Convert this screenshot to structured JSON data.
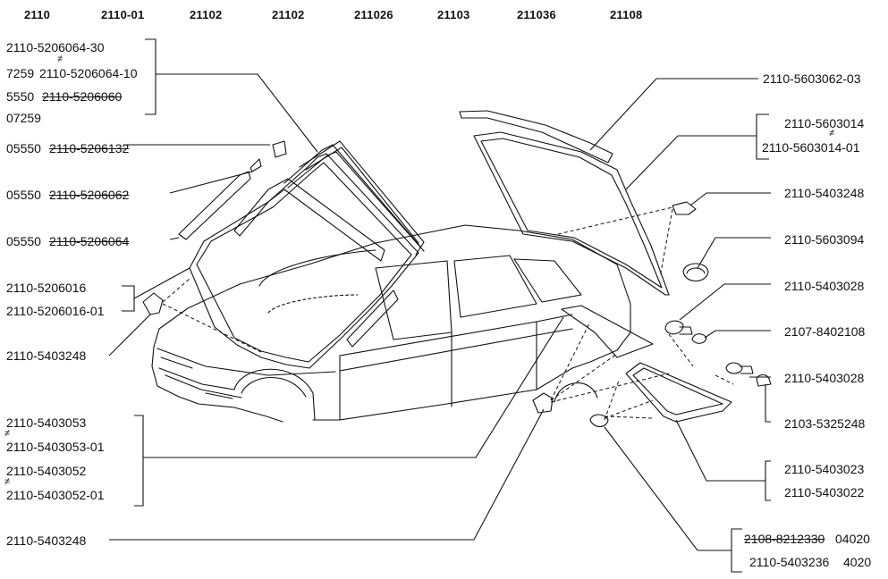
{
  "header": {
    "models": [
      "2110",
      "2110-01",
      "21102",
      "21102",
      "211026",
      "21103",
      "211036",
      "21108"
    ]
  },
  "labels": {
    "left": {
      "windshield_block": [
        "2110-5206064-30",
        "7259",
        "2110-5206064-10",
        "5550",
        "2110-5206060",
        "07259"
      ],
      "moulding_1_prefix": "05550",
      "moulding_1": "2110-5206132",
      "moulding_2_prefix": "05550",
      "moulding_2": "2110-5206062",
      "moulding_3_prefix": "05550",
      "moulding_3": "2110-5206064",
      "glass_1": "2110-5206016",
      "glass_2": "2110-5206016-01",
      "clip": "2110-5403248",
      "side_1": "2110-5403053",
      "side_2": "2110-5403053-01",
      "side_3": "2110-5403052",
      "side_4": "2110-5403052-01",
      "bottom": "2110-5403248"
    },
    "right": {
      "rear_seal": "2110-5603062-03",
      "rear_glass_1": "2110-5603014",
      "rear_glass_2": "2110-5603014-01",
      "clip_1": "2110-5403248",
      "cap": "2110-5603094",
      "button_1": "2110-5403028",
      "screw": "2107-8402108",
      "button_2": "2110-5403028",
      "bolt": "2103-5325248",
      "vent_1": "2110-5403023",
      "vent_2": "2110-5403022",
      "nut_part": "2108-8212330",
      "nut_code": "04020",
      "nut2_part": "2110-5403236",
      "nut2_code": "4020"
    },
    "mark": "≠"
  }
}
